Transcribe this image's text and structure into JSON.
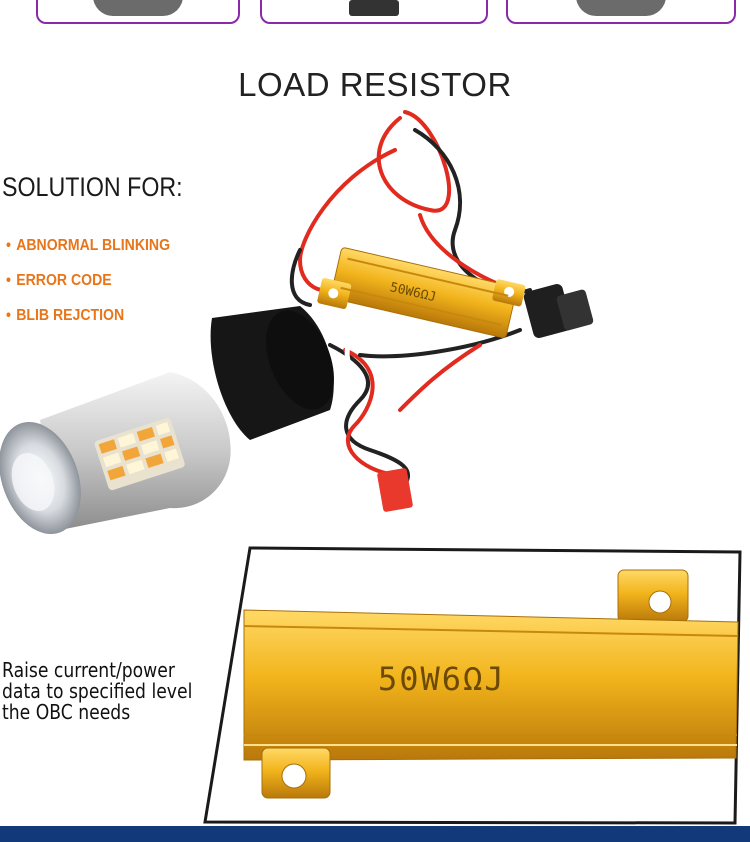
{
  "header": {
    "title": "LOAD RESISTOR"
  },
  "solution": {
    "heading": "SOLUTION FOR:",
    "bullet_marker": "•",
    "items": [
      "ABNORMAL BLINKING",
      "ERROR CODE",
      "BLIB REJCTION"
    ]
  },
  "resistor": {
    "marking": "50W6ΩJ"
  },
  "description": {
    "lines": [
      "Raise current/power",
      "data to specified level",
      "the OBC needs"
    ]
  },
  "colors": {
    "accent_purple": "#8a2aa8",
    "bullet_orange": "#e8751a",
    "resistor_gold": "#f2b41c",
    "wire_red": "#e22b1f",
    "footer_navy": "#123a7a"
  },
  "icons": [
    "led-bulb-icon",
    "load-resistor-icon",
    "wire-connector-icon"
  ]
}
